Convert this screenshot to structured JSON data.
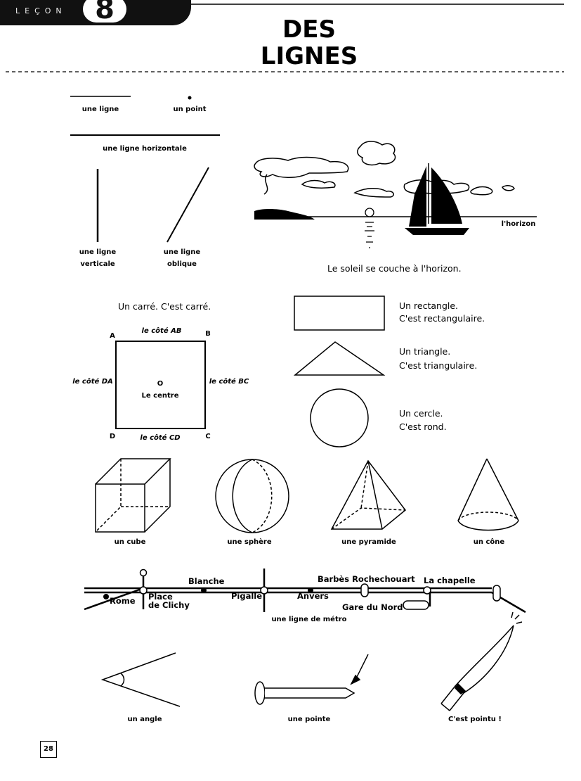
{
  "header": {
    "lesson_word": "LEÇON",
    "lesson_number": "8",
    "title_line1": "DES",
    "title_line2": "LIGNES"
  },
  "lines": {
    "une_ligne": "une ligne",
    "un_point": "un point",
    "horizontale": "une ligne horizontale",
    "verticale_1": "une ligne",
    "verticale_2": "verticale",
    "oblique_1": "une ligne",
    "oblique_2": "oblique"
  },
  "horizon": {
    "label": "l'horizon",
    "caption": "Le soleil se couche à l'horizon."
  },
  "square": {
    "caption": "Un carré. C'est carré.",
    "vertex_a": "A",
    "vertex_b": "B",
    "vertex_c": "C",
    "vertex_d": "D",
    "side_ab": "le côté AB",
    "side_bc": "le côté BC",
    "side_cd": "le côté CD",
    "side_da": "le côté DA",
    "center_point": "O",
    "center_label": "Le centre"
  },
  "shapes": {
    "rectangle_1": "Un rectangle.",
    "rectangle_2": "C'est rectangulaire.",
    "triangle_1": "Un triangle.",
    "triangle_2": "C'est triangulaire.",
    "cercle_1": "Un cercle.",
    "cercle_2": "C'est rond."
  },
  "solids": {
    "cube": "un cube",
    "sphere": "une sphère",
    "pyramide": "une pyramide",
    "cone": "un cône"
  },
  "metro": {
    "caption": "une ligne de métro",
    "stations": {
      "rome": "Rome",
      "place_1": "Place",
      "place_2": "de Clichy",
      "blanche": "Blanche",
      "pigalle": "Pigalle",
      "anvers": "Anvers",
      "barbes": "Barbès Rochechouart",
      "gare_du_nord": "Gare du Nord",
      "la_chapelle": "La chapelle"
    }
  },
  "bottom": {
    "angle": "un angle",
    "pointe": "une pointe",
    "pointu": "C'est pointu !"
  },
  "page_number": "28"
}
